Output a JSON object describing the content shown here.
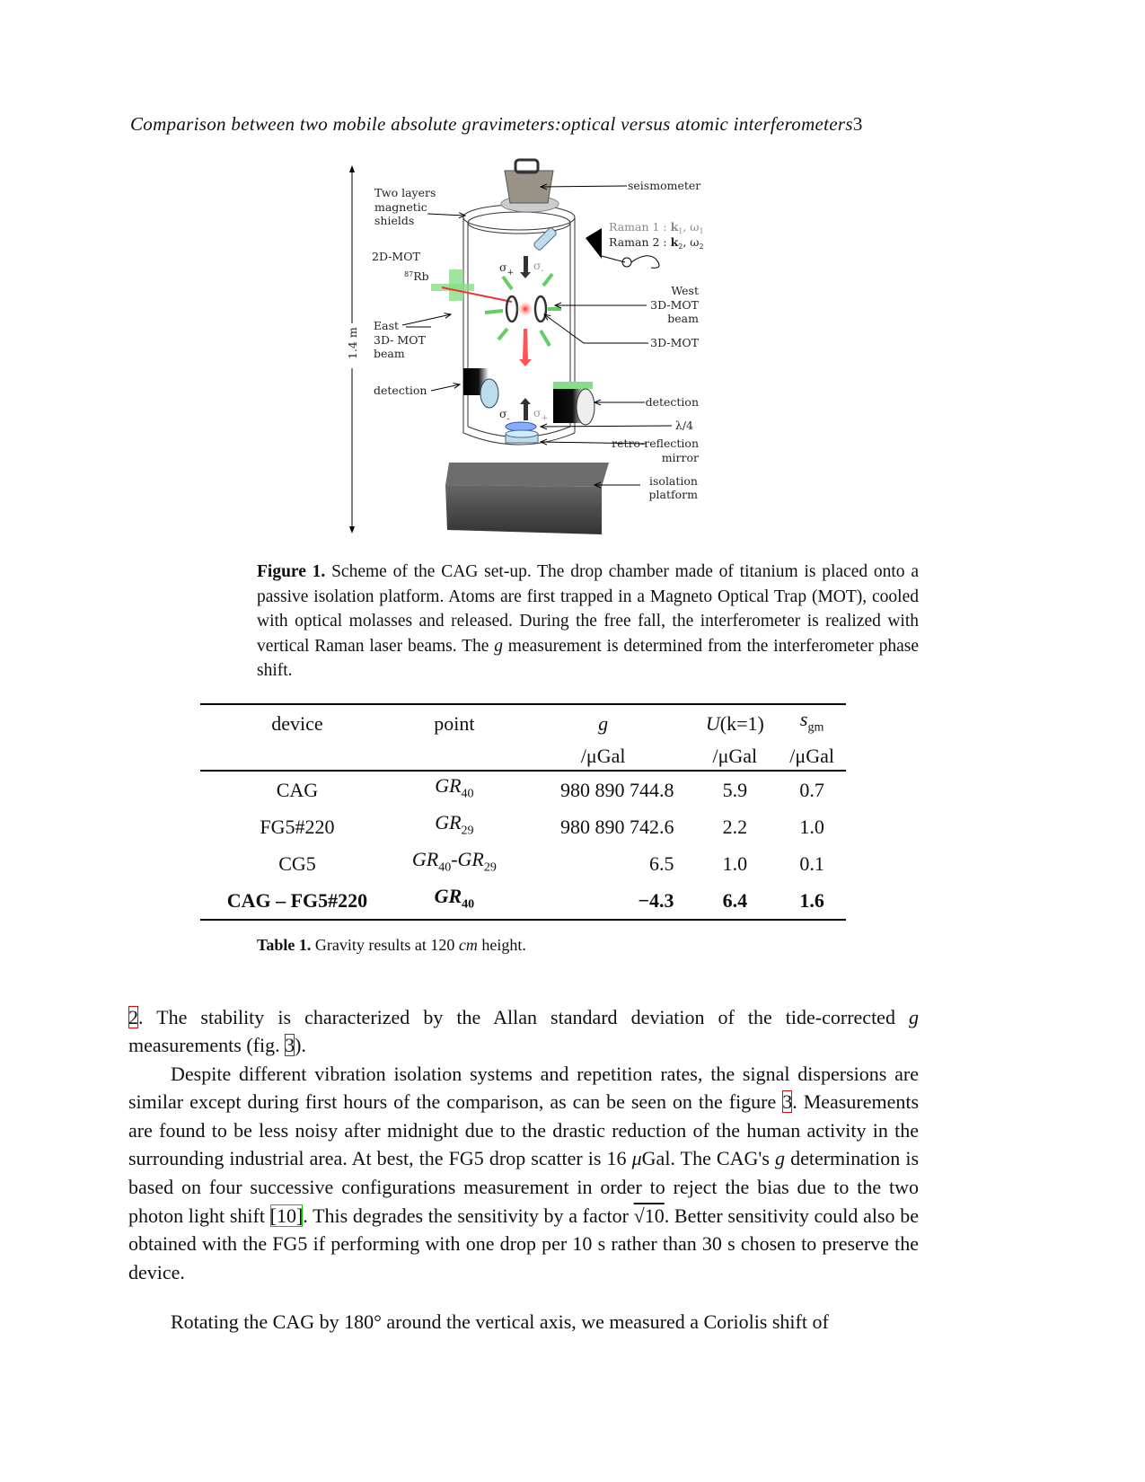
{
  "header": {
    "title": "Comparison between two mobile absolute gravimeters:optical versus atomic interferometers",
    "page_number": "3"
  },
  "figure": {
    "labels": {
      "height": "1.4 m",
      "shields_1": "Two layers",
      "shields_2": "magnetic",
      "shields_3": "shields",
      "mot2d": "2D-MOT",
      "rb_sup": "87",
      "rb": "Rb",
      "east_1": "East",
      "east_2": "3D- MOT",
      "east_3": "beam",
      "detection_left": "detection",
      "seismometer": "seismometer",
      "raman1": "Raman 1 : ",
      "raman1_k": "k",
      "raman1_sub": "1",
      "raman1_w": ", ω",
      "raman1_wsub": "1",
      "raman2": "Raman 2 : ",
      "raman2_k": "k",
      "raman2_sub": "2",
      "raman2_w": ", ω",
      "raman2_wsub": "2",
      "west_1": "West",
      "west_2": "3D-MOT",
      "west_3": "beam",
      "mot3d": "3D-MOT",
      "detection_right": "detection",
      "lambda4": "λ/4",
      "retro_1": "retro-reflection",
      "retro_2": "mirror",
      "iso_1": "isolation",
      "iso_2": "platform",
      "sigma": "σ",
      "plus": "+",
      "minus": "-"
    },
    "caption_label": "Figure 1.",
    "caption_text": " Scheme of the CAG set-up. The drop chamber made of titanium is placed onto a passive isolation platform. Atoms are first trapped in a Magneto Optical Trap (MOT), cooled with optical molasses and released. During the free fall, the interferometer is realized with vertical Raman laser beams. The ",
    "caption_g": "g",
    "caption_end": " measurement is determined from the interferometer phase shift."
  },
  "table": {
    "headers": [
      "device",
      "point",
      "g",
      "U",
      "(k=1)",
      "s",
      "gm"
    ],
    "units": [
      "/μGal",
      "/μGal",
      "/μGal"
    ],
    "rows": [
      {
        "device": "CAG",
        "point": "GR",
        "point_sub": "40",
        "g": "980 890 744.8",
        "u": "5.9",
        "s": "0.7"
      },
      {
        "device": "FG5#220",
        "point": "GR",
        "point_sub": "29",
        "g": "980 890 742.6",
        "u": "2.2",
        "s": "1.0"
      },
      {
        "device": "CG5",
        "point": "GR",
        "point_sub": "40",
        "point2": "-GR",
        "point2_sub": "29",
        "g": "6.5",
        "u": "1.0",
        "s": "0.1"
      },
      {
        "device": "CAG – FG5#220",
        "point": "GR",
        "point_sub": "40",
        "g": "−4.3",
        "u": "6.4",
        "s": "1.6"
      }
    ],
    "caption_label": "Table 1.",
    "caption_text": " Gravity results at 120 ",
    "caption_unit": "cm",
    "caption_end": " height."
  },
  "body": {
    "p1_ref": "2",
    "p1_a": ". The stability is characterized by the Allan standard deviation of the tide-corrected ",
    "p1_g": "g",
    "p1_b": " measurements (fig. ",
    "p1_ref2": "3",
    "p1_c": ").",
    "p2_a": "Despite different vibration isolation systems and repetition rates, the signal dispersions are similar except during first hours of the comparison, as can be seen on the figure ",
    "p2_ref": "3",
    "p2_b": ". Measurements are found to be less noisy after midnight due to the drastic reduction of the human activity in the surrounding industrial area. At best, the FG5 drop scatter is 16 ",
    "p2_mu": "μ",
    "p2_c": "Gal. The CAG's ",
    "p2_g": "g",
    "p2_d": " determination is based on four successive configurations measurement in order to reject the bias due to the two photon light shift ",
    "p2_cite": "[10]",
    "p2_e": ". This degrades the sensitivity by a factor ",
    "p2_sqrt": "√10",
    "p2_f": ". Better sensitivity could also be obtained with the FG5 if performing with one drop per 10 s rather than 30 s chosen to preserve the device.",
    "p3": "Rotating the CAG by 180° around the vertical axis, we measured a Coriolis shift of"
  }
}
